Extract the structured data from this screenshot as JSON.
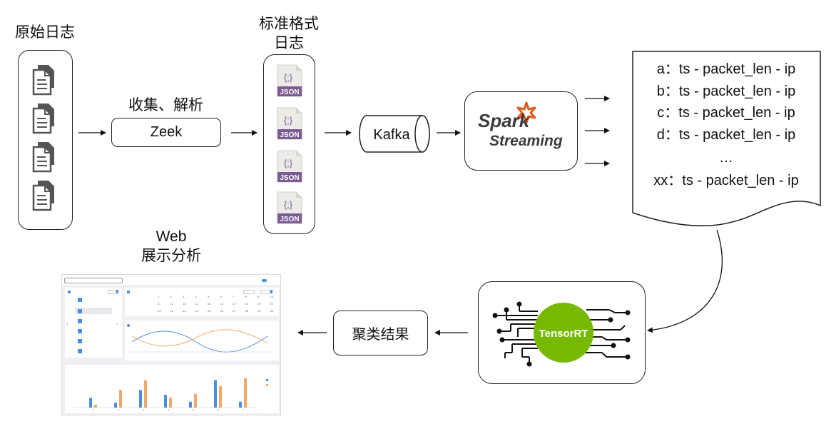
{
  "labels": {
    "raw_logs": "原始日志",
    "collect_parse": "收集、解析",
    "standard_format": [
      "标准格式",
      "日志"
    ],
    "web_display": [
      "Web",
      "展示分析"
    ]
  },
  "nodes": {
    "zeek": "Zeek",
    "kafka": "Kafka",
    "spark_top": "Spark",
    "spark_bottom": "Streaming",
    "tensorrt": "TensorRT",
    "cluster_result": "聚类结果"
  },
  "json_label": "JSON",
  "json_glyph": "{;}",
  "output_lines": [
    "a：ts  - packet_len - ip",
    "b：ts  - packet_len - ip",
    "c：ts  - packet_len - ip",
    "d：ts  - packet_len - ip",
    "…",
    "xx：ts  - packet_len - ip"
  ],
  "colors": {
    "json_purple": "#7b5c94",
    "spark_orange": "#e25a1c",
    "tensorrt_green": "#76b900",
    "doc_gray": "#555555",
    "bar_blue": "#4a90e2",
    "bar_orange": "#f5a765"
  },
  "dashboard": {
    "calendar_rows": [
      [
        "1",
        "2",
        "3",
        "4",
        "5",
        "6",
        "7",
        "8",
        "9",
        "10"
      ],
      [
        "11",
        "12",
        "13",
        "14",
        "15",
        "16",
        "17",
        "18",
        "19",
        "20"
      ],
      [
        "21",
        "22",
        "23",
        "24",
        "25",
        "26",
        "27",
        "28",
        "29",
        "30"
      ]
    ],
    "bar_chart": {
      "categories": [
        "1",
        "2",
        "3",
        "4",
        "5",
        "6",
        "7"
      ],
      "series": [
        {
          "values": [
            10,
            5,
            18,
            13,
            6,
            28,
            6
          ]
        },
        {
          "values": [
            3,
            18,
            28,
            10,
            14,
            22,
            30
          ]
        }
      ],
      "ylim": [
        0,
        35
      ]
    }
  }
}
